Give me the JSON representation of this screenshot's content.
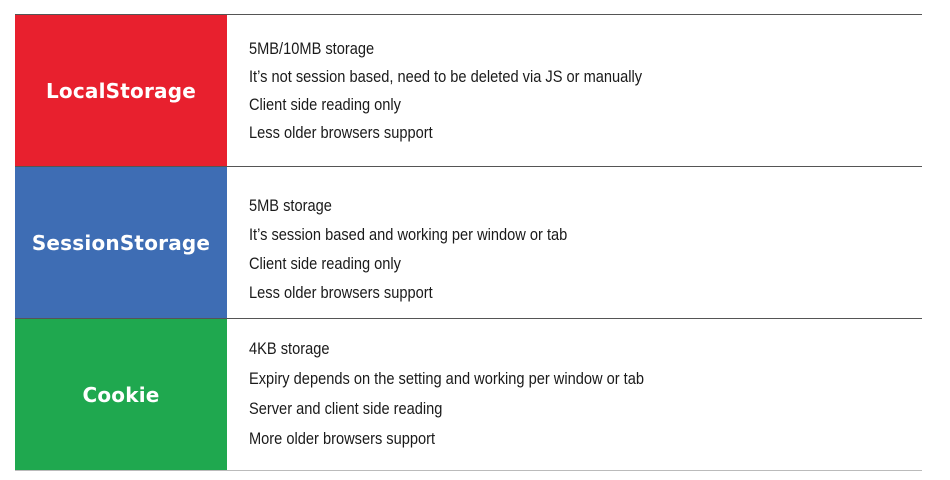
{
  "rows": [
    {
      "label": "LocalStorage",
      "color": "#e8202e",
      "lines": [
        "5MB/10MB storage",
        "It’s not session based, need to be deleted via JS or manually",
        "Client side reading only",
        "Less older browsers support"
      ]
    },
    {
      "label": "SessionStorage",
      "color": "#3e6db4",
      "lines": [
        "5MB storage",
        "It’s session based and working per window or tab",
        "Client side reading only",
        "Less older browsers support"
      ]
    },
    {
      "label": "Cookie",
      "color": "#1fa84f",
      "lines": [
        "4KB storage",
        "Expiry depends on the setting  and working per window or tab",
        "Server and client side reading",
        "More older browsers support"
      ]
    }
  ]
}
